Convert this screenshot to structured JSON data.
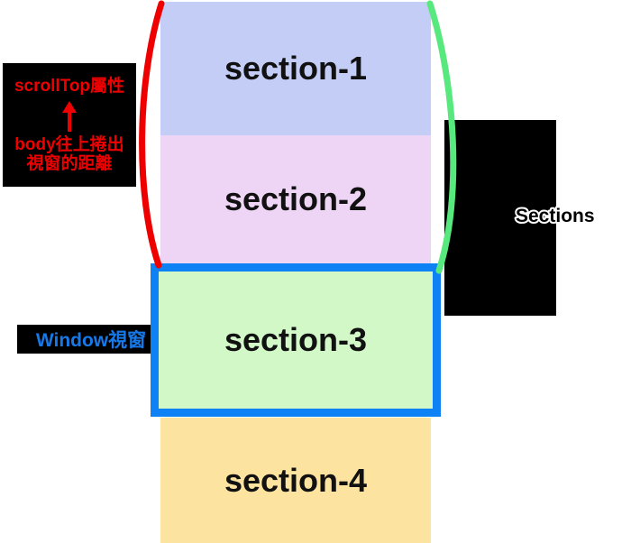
{
  "sections": [
    {
      "label": "section-1",
      "color": "#c3cdf6"
    },
    {
      "label": "section-2",
      "color": "#eed4f5"
    },
    {
      "label": "section-3",
      "color": "#d2f8c8"
    },
    {
      "label": "section-4",
      "color": "#fde3a0"
    }
  ],
  "callout_scrolltop": {
    "title": "scrollTop屬性",
    "arrow_icon": "up-arrow",
    "desc_line1": "body往上捲出",
    "desc_line2": "視窗的距離",
    "text_color": "#ee0000"
  },
  "window_label": {
    "text": "Window視窗",
    "text_color": "#1779e8"
  },
  "right_label": {
    "text": "Sections"
  },
  "colors": {
    "viewport_border_blue": "#0e82f5",
    "scrolled_arc_red": "#ee0000",
    "scrolled_arc_green": "#57e87e",
    "callout_background": "#000000",
    "page_background": "#ffffff"
  }
}
